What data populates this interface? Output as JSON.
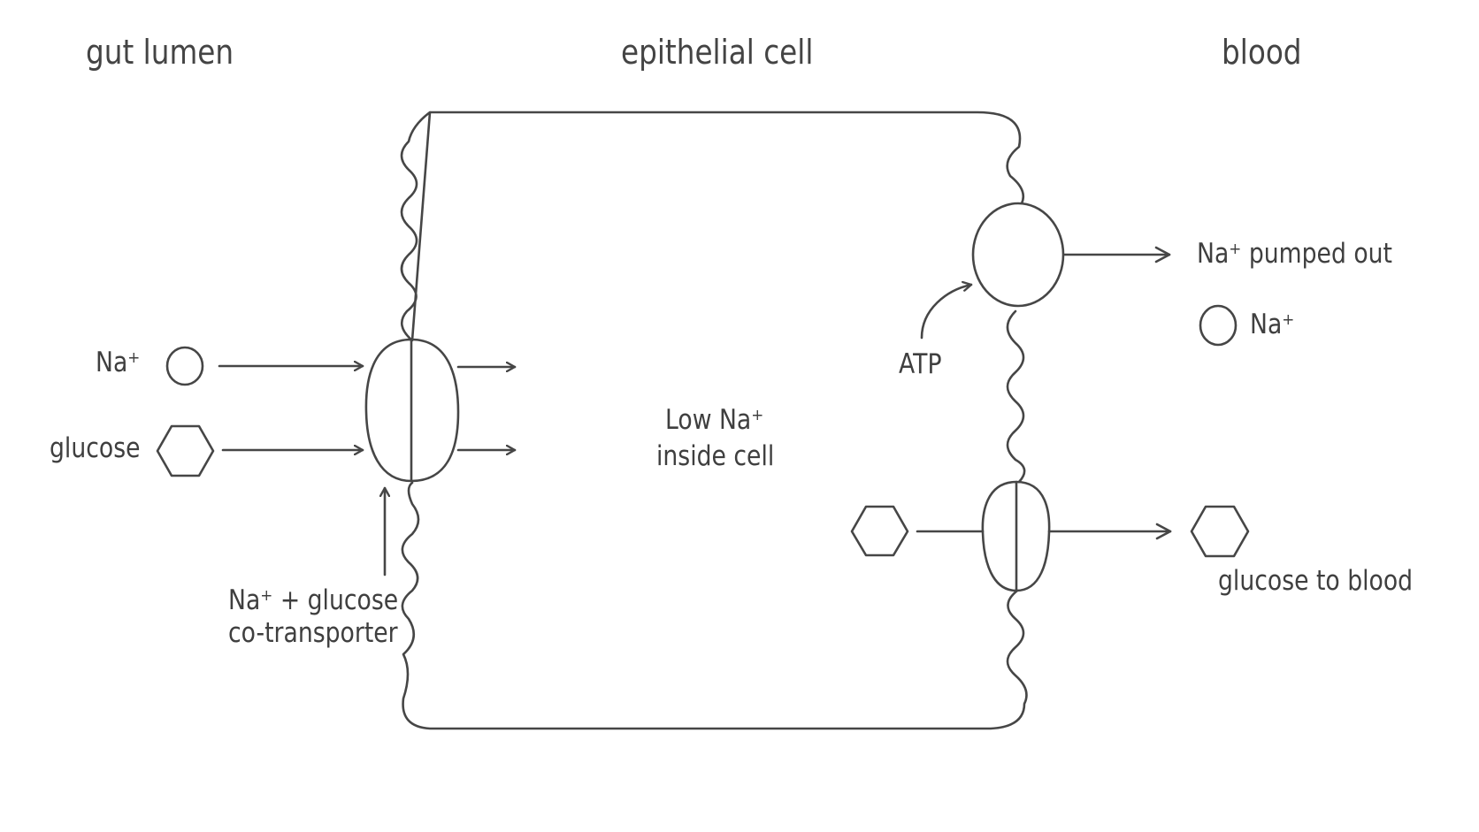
{
  "regions": {
    "lumen": "gut lumen",
    "cell": "epithelial cell",
    "blood": "blood"
  },
  "labels": {
    "na_in": "Na⁺",
    "glucose_in": "glucose",
    "cotransporter_line1": "Na⁺ + glucose",
    "cotransporter_line2": "co-transporter",
    "low_na_line1": "Low Na⁺",
    "low_na_line2": "inside cell",
    "atp": "ATP",
    "na_pumped_out": "Na⁺ pumped out",
    "na_blood": "Na⁺",
    "glucose_to_blood": "glucose to blood"
  }
}
